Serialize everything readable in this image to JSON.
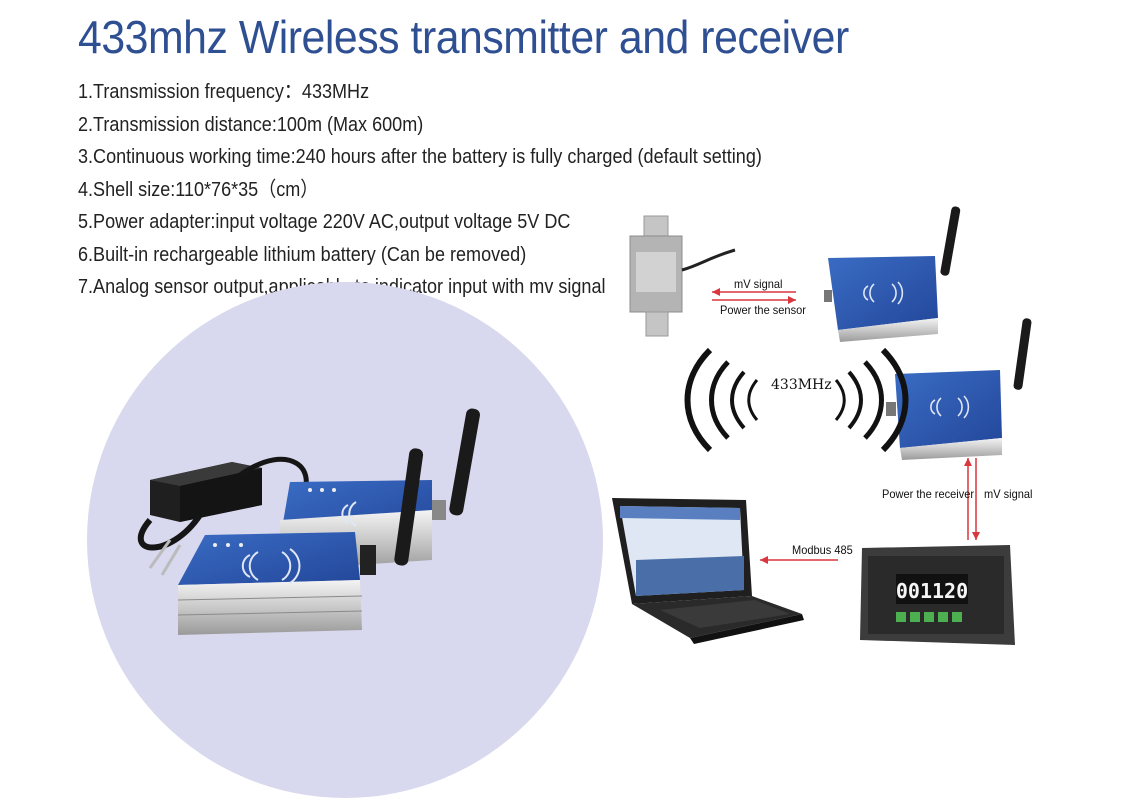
{
  "title": "433mhz Wireless  transmitter and receiver",
  "specs": [
    "1.Transmission frequency：433MHz",
    "2.Transmission distance:100m (Max 600m)",
    "3.Continuous working time:240 hours after the battery is fully charged (default setting)",
    "4.Shell size:110*76*35（cm）",
    "5.Power adapter:input voltage 220V AC,output voltage 5V DC",
    "6.Built-in rechargeable lithium battery (Can be removed)",
    "7.Analog sensor output,applicable to indicator input with mv signal"
  ],
  "diagram": {
    "mv_signal_top": "mV signal",
    "power_sensor": "Power the sensor",
    "frequency": "433MHz",
    "power_receiver": "Power the receiver",
    "mv_signal_right": "mV signal",
    "modbus": "Modbus 485"
  },
  "indicator_display": "001120",
  "colors": {
    "title": "#2f4f93",
    "device_panel": "#2b57a8",
    "arrow": "#d9363e",
    "backdrop": "#d8d8ee"
  }
}
